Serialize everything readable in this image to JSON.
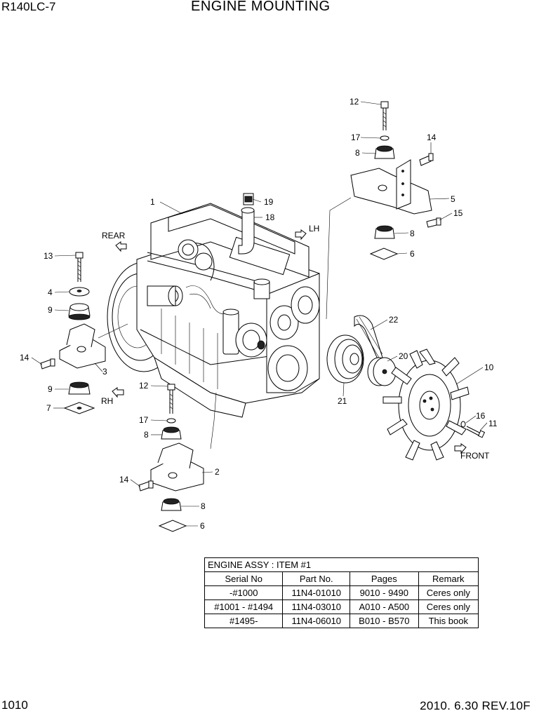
{
  "header": {
    "model": "R140LC-7",
    "title": "ENGINE MOUNTING"
  },
  "footer": {
    "page": "1010",
    "revision": "2010. 6.30  REV.10F"
  },
  "callouts": [
    {
      "id": "c1",
      "text": "1"
    },
    {
      "id": "c19",
      "text": "19"
    },
    {
      "id": "c18",
      "text": "18"
    },
    {
      "id": "c12a",
      "text": "12"
    },
    {
      "id": "c17a",
      "text": "17"
    },
    {
      "id": "c8a",
      "text": "8"
    },
    {
      "id": "c14a",
      "text": "14"
    },
    {
      "id": "c5",
      "text": "5"
    },
    {
      "id": "c15",
      "text": "15"
    },
    {
      "id": "c8b",
      "text": "8"
    },
    {
      "id": "c6a",
      "text": "6"
    },
    {
      "id": "c13",
      "text": "13"
    },
    {
      "id": "c4",
      "text": "4"
    },
    {
      "id": "c9a",
      "text": "9"
    },
    {
      "id": "c14b",
      "text": "14"
    },
    {
      "id": "c3",
      "text": "3"
    },
    {
      "id": "c9b",
      "text": "9"
    },
    {
      "id": "c7",
      "text": "7"
    },
    {
      "id": "c12b",
      "text": "12"
    },
    {
      "id": "c17b",
      "text": "17"
    },
    {
      "id": "c8c",
      "text": "8"
    },
    {
      "id": "c2",
      "text": "2"
    },
    {
      "id": "c14c",
      "text": "14"
    },
    {
      "id": "c8d",
      "text": "8"
    },
    {
      "id": "c6b",
      "text": "6"
    },
    {
      "id": "c22",
      "text": "22"
    },
    {
      "id": "c20",
      "text": "20"
    },
    {
      "id": "c10",
      "text": "10"
    },
    {
      "id": "c21",
      "text": "21"
    },
    {
      "id": "c16",
      "text": "16"
    },
    {
      "id": "c11",
      "text": "11"
    }
  ],
  "directions": {
    "rear": "REAR",
    "lh": "LH",
    "rh": "RH",
    "front": "FRONT"
  },
  "engine_assy_table": {
    "caption": "ENGINE ASSY : ITEM #1",
    "columns": [
      "Serial No",
      "Part No.",
      "Pages",
      "Remark"
    ],
    "rows": [
      [
        "-#1000",
        "11N4-01010",
        "9010 - 9490",
        "Ceres only"
      ],
      [
        "#1001 - #1494",
        "11N4-03010",
        "A010 - A500",
        "Ceres only"
      ],
      [
        "#1495-",
        "11N4-06010",
        "B010 - B570",
        "This book"
      ]
    ]
  }
}
